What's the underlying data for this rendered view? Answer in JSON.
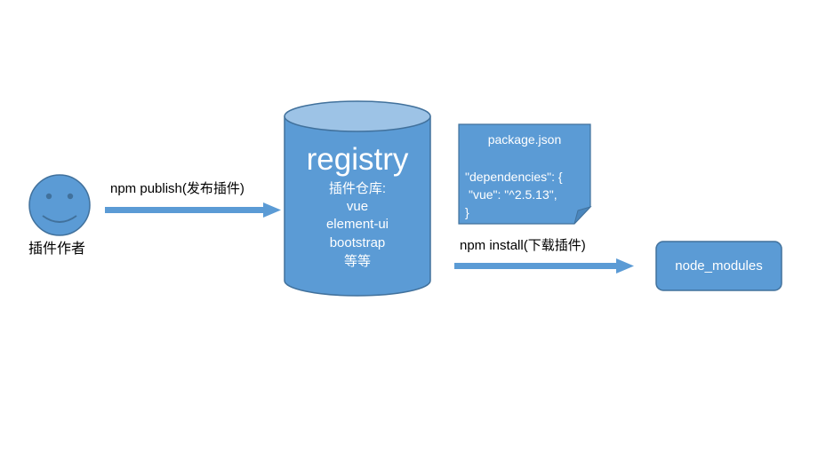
{
  "colors": {
    "shape_fill": "#5b9bd5",
    "shape_stroke": "#41719c",
    "cylinder_top": "#9dc3e6",
    "arrow": "#5b9bd5",
    "text_dark": "#000000",
    "text_light": "#ffffff"
  },
  "author": {
    "icon": "smiley-face",
    "label": "插件作者"
  },
  "publish_arrow": {
    "label": "npm publish(发布插件)"
  },
  "registry": {
    "title": "registry",
    "subtitle": "插件仓库:",
    "items": [
      "vue",
      "element-ui",
      "bootstrap",
      "等等"
    ]
  },
  "package_json": {
    "filename": "package.json",
    "lines": [
      "\"dependencies\": {",
      "\"vue\": \"^2.5.13\",",
      "}"
    ]
  },
  "install_arrow": {
    "label": "npm install(下载插件)"
  },
  "node_modules": {
    "label": "node_modules"
  }
}
